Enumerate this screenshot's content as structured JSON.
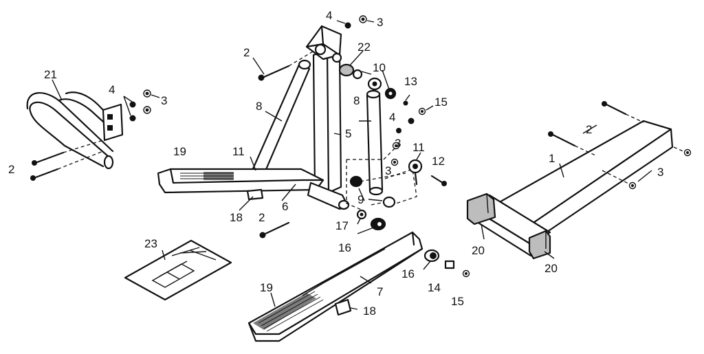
{
  "diagram": {
    "labels": {
      "p1": "1",
      "p2a": "2",
      "p2b": "2",
      "p2c": "2",
      "p2d": "2",
      "p3a": "3",
      "p3b": "3",
      "p3c": "3",
      "p3d": "3",
      "p3e": "3",
      "p4a": "4",
      "p4b": "4",
      "p4c": "4",
      "p5": "5",
      "p6": "6",
      "p7": "7",
      "p8a": "8",
      "p8b": "8",
      "p9": "9",
      "p10": "10",
      "p11a": "11",
      "p11b": "11",
      "p12": "12",
      "p13": "13",
      "p14": "14",
      "p15a": "15",
      "p15b": "15",
      "p16a": "16",
      "p16b": "16",
      "p17": "17",
      "p18a": "18",
      "p18b": "18",
      "p19a": "19",
      "p19b": "19",
      "p20a": "20",
      "p20b": "20",
      "p21": "21",
      "p22": "22",
      "p23": "23"
    }
  }
}
